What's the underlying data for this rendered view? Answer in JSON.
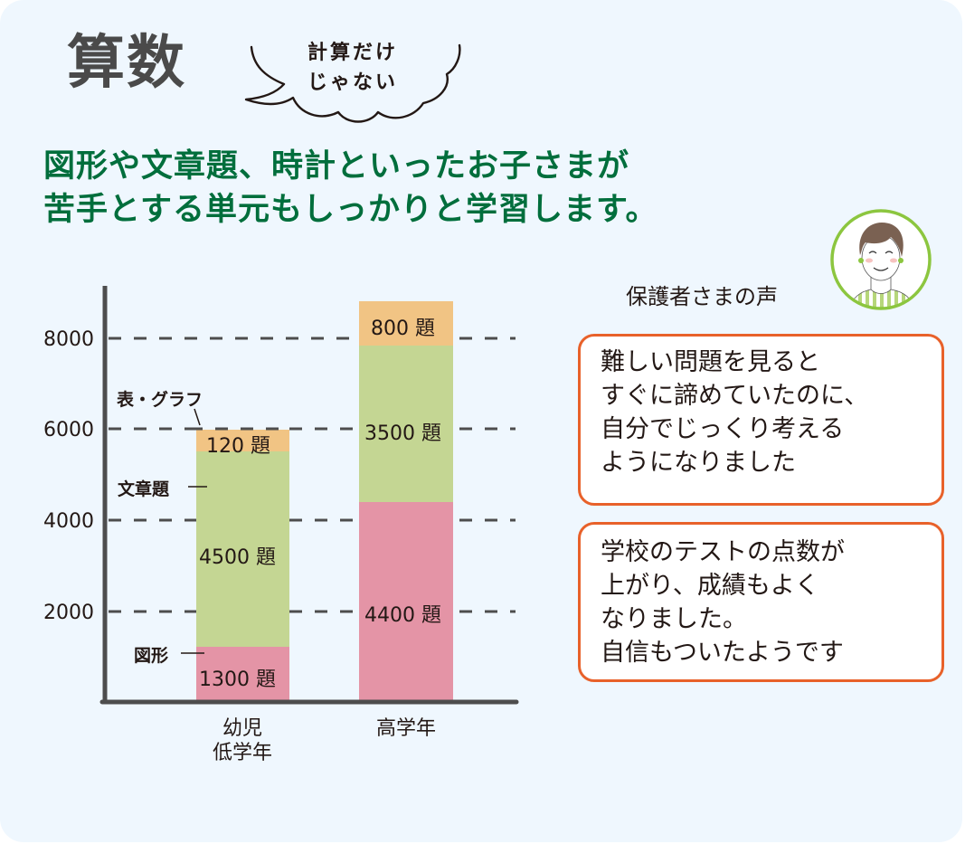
{
  "header": {
    "subject": "算数",
    "cloud_bubble_text": "計算だけ\nじゃない"
  },
  "headline": "図形や文章題、時計といったお子さまが\n苦手とする単元もしっかりと学習します。",
  "colors": {
    "background": "#eff7fe",
    "headline": "#006e3c",
    "title": "#4a4a4a",
    "bar_figure": "#e494a6",
    "bar_word_problem": "#c4d693",
    "bar_table_graph": "#f1c484",
    "bubble_border": "#e8612a",
    "avatar_ring": "#8cc63f",
    "axis": "#4d4d4d"
  },
  "chart_data": {
    "type": "bar",
    "stacked": true,
    "title": "",
    "xlabel": "",
    "ylabel": "",
    "categories": [
      "幼児\n低学年",
      "高学年"
    ],
    "series": [
      {
        "name": "図形",
        "values": [
          1300,
          4400
        ],
        "labels": [
          "1300 題",
          "4400 題"
        ]
      },
      {
        "name": "文章題",
        "values": [
          4500,
          3500
        ],
        "labels": [
          "4500 題",
          "3500 題"
        ]
      },
      {
        "name": "表・グラフ",
        "values": [
          120,
          800
        ],
        "labels": [
          "120 題",
          "800 題"
        ]
      }
    ],
    "yticks": [
      "2000",
      "4000",
      "6000",
      "8000"
    ],
    "ylim": [
      0,
      8800
    ],
    "grid": "dashed horizontal",
    "legend": "inline labels on left bar",
    "side_labels": {
      "table_graph": "表・グラフ",
      "word_problem": "文章題",
      "figure": "図形"
    }
  },
  "testimonials": {
    "label": "保護者さまの声",
    "avatar": "smiling-woman-avatar",
    "items": [
      {
        "text": "難しい問題を見ると\nすぐに諦めていたのに、\n自分でじっくり考える\nようになりました"
      },
      {
        "text": "学校のテストの点数が\n上がり、成績もよく\nなりました。\n自信もついたようです"
      }
    ]
  }
}
